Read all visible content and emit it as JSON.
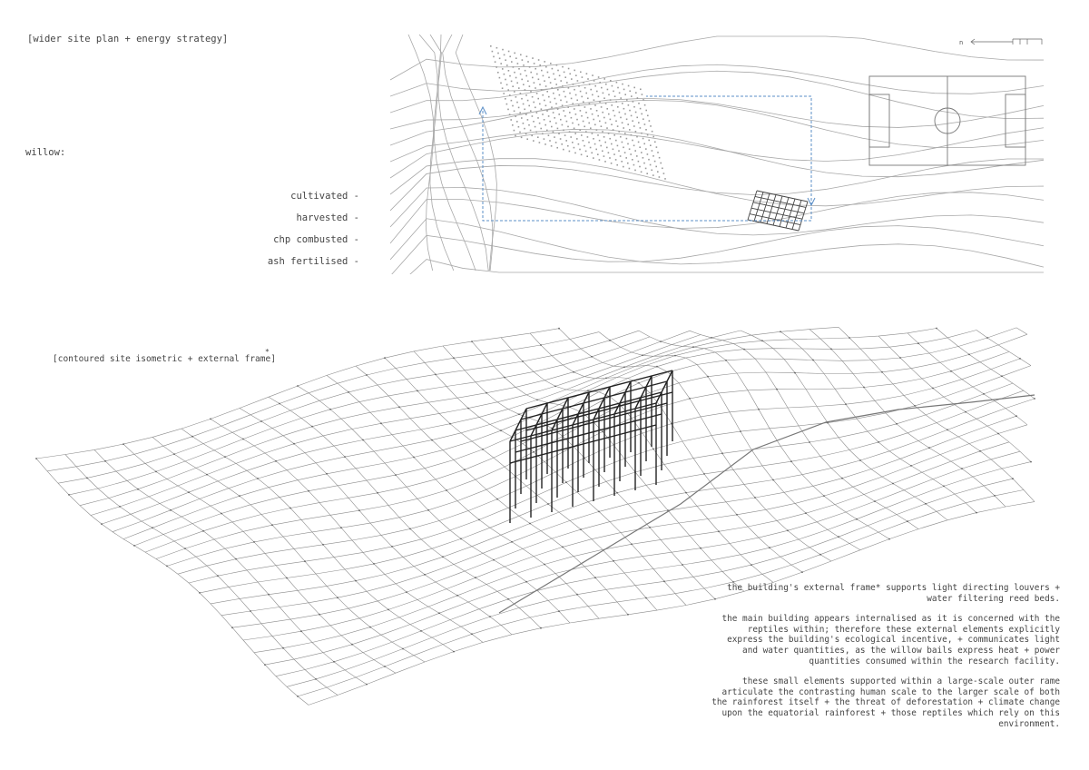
{
  "plan": {
    "title": "[wider site plan + energy strategy]",
    "willow_heading": "willow:",
    "willow_steps": [
      "cultivated -",
      "harvested -",
      "chp combusted -",
      "ash fertilised -"
    ],
    "north_label": "n"
  },
  "isometric": {
    "title": "[contoured site isometric + external frame]",
    "footnote_mark": "*"
  },
  "description": {
    "paragraphs": [
      "the building's external frame* supports light directing louvers + water filtering reed beds.",
      "the main building appears internalised as it is concerned with the reptiles within; therefore these external elements explicitly express the building's ecological incentive, + communicates light and water quantities, as the willow bails express heat + power quantities consumed within the research facility.",
      "these small elements supported within a large-scale outer rame articulate the contrasting human scale to the larger scale of both the rainforest itself + the threat of deforestation + climate change upon the equatorial rainforest + those reptiles which rely on this environment."
    ]
  },
  "colors": {
    "line": "#9a9a9a",
    "frame": "#222222",
    "dashed_route": "#5b8fc7",
    "text": "#444444"
  }
}
